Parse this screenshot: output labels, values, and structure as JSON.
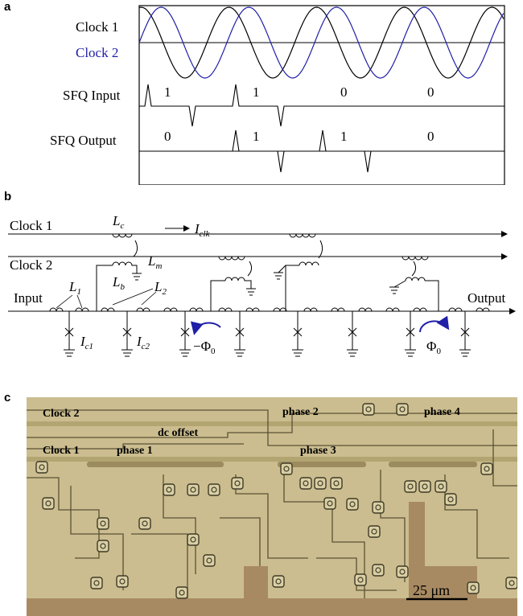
{
  "panels": {
    "a": "a",
    "b": "b",
    "c": "c"
  },
  "panel_a": {
    "labels": {
      "clock1": "Clock 1",
      "clock2": "Clock 2",
      "sfq_input": "SFQ Input",
      "sfq_output": "SFQ Output"
    },
    "input_bits": [
      "1",
      "1",
      "0",
      "0"
    ],
    "output_bits": [
      "0",
      "1",
      "1",
      "0"
    ],
    "colors": {
      "clock1": "#000000",
      "clock2": "#1f1fa8"
    }
  },
  "panel_b": {
    "labels": {
      "clock1": "Clock 1",
      "clock2": "Clock 2",
      "input": "Input",
      "output": "Output",
      "Lc": "L",
      "Lc_sub": "c",
      "Iclk": "I",
      "Iclk_sub": "clk",
      "Lm": "L",
      "Lm_sub": "m",
      "Lb": "L",
      "Lb_sub": "b",
      "L1": "L",
      "L1_sub": "1",
      "L2": "L",
      "L2_sub": "2",
      "Ic1": "I",
      "Ic1_sub": "c1",
      "Ic2": "I",
      "Ic2_sub": "c2",
      "neg_phi0": "−Φ",
      "neg_phi0_sub": "0",
      "phi0": "Φ",
      "phi0_sub": "0"
    },
    "colors": {
      "arrow": "#1f1fa8"
    }
  },
  "panel_c": {
    "labels": {
      "clock2": "Clock 2",
      "clock1": "Clock 1",
      "dc_offset": "dc offset",
      "phase1": "phase 1",
      "phase2": "phase 2",
      "phase3": "phase 3",
      "phase4": "phase 4",
      "scale": "25 μm"
    },
    "colors": {
      "substrate": "#c9b98a",
      "metal": "#9c8f66",
      "line": "#5a5236"
    }
  }
}
